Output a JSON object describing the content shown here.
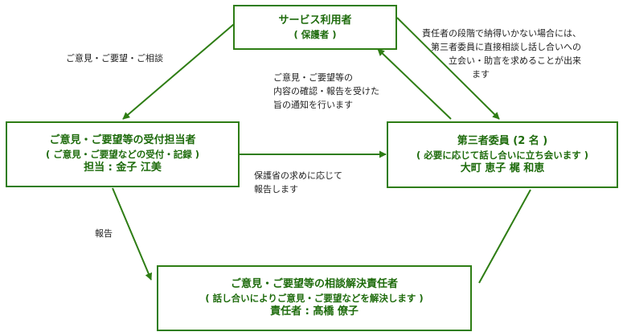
{
  "nodes": {
    "user": {
      "title": "サービス利用者",
      "subtitle": "( 保護者 )"
    },
    "reception": {
      "title": "ご意見・ご要望等の受付担当者",
      "subtitle": "( ご意見・ご要望などの受付・記録 )",
      "person": "担当 : 金子 江美"
    },
    "third_party": {
      "title": "第三者委員 (2 名 )",
      "subtitle": "( 必要に応じて話し合いに立ち会います )",
      "person": "大町 恵子  梶 和恵"
    },
    "resolver": {
      "title": "ご意見・ご要望等の相談解決責任者",
      "subtitle": "( 話し合いによりご意見・ご要望などを解決します )",
      "person": "責任者 : 髙橋 僚子"
    }
  },
  "notes": {
    "consult": [
      "ご意見・ご要望・ご相談"
    ],
    "confirm": [
      "ご意見・ご要望等の",
      "内容の確認・報告を受けた",
      "旨の通知を行います"
    ],
    "escalate": [
      "責任者の段階で納得いかない場合には、",
      "第三者委員に直接相談し話し合いへの",
      "立会い・助言を求めることが出来",
      "ます"
    ],
    "guardian_request": [
      "保護省の求めに応じて",
      "報告します"
    ],
    "report": [
      "報告"
    ]
  },
  "colors": {
    "box_border": "#2e7d14",
    "box_text": "#1e6b0c",
    "line": "#2e7d14",
    "note_text": "#222222"
  }
}
